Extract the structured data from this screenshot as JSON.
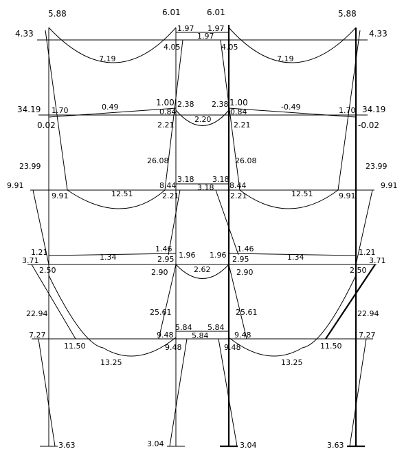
{
  "diagram": {
    "labels": {
      "top_left_moment": "5.88",
      "top_center_left_moment": "6.01",
      "top_center_right_moment": "6.01",
      "top_right_moment": "5.88",
      "roof_left_end": "4.33",
      "roof_right_end": "4.33",
      "roof_left_span": "7.19",
      "roof_right_span": "7.19",
      "roof_center_top_left": "1.97",
      "roof_center_top_right": "1.97",
      "roof_center_mid": "1.97",
      "roof_col_left": "4.05",
      "roof_col_right": "4.05",
      "f5_left_end": "34.19",
      "f5_right_end": "34.19",
      "f5_left_below": "0.02",
      "f5_right_below": "-0.02",
      "f5_left_beam_end": "1.70",
      "f5_right_beam_end": "1.70",
      "f5_left_span": "0.49",
      "f5_right_span": "-0.49",
      "f5_inner_left_top": "1.00",
      "f5_inner_right_top": "1.00",
      "f5_inner_left_mid": "0.84",
      "f5_inner_right_mid": "0.84",
      "f5_center_left": "2.38",
      "f5_center_right": "2.38",
      "f5_center_mid": "2.20",
      "f5_col_left": "2.21",
      "f5_col_right": "2.21",
      "f4_left_col": "23.99",
      "f4_right_col": "23.99",
      "f4_inner_left_col": "26.08",
      "f4_inner_right_col": "26.08",
      "f4_left_end": "9.91",
      "f4_right_end": "9.91",
      "f4_left_beam": "9.91",
      "f4_right_beam": "9.91",
      "f4_left_span": "12.51",
      "f4_right_span": "12.51",
      "f4_inner_left": "8.44",
      "f4_inner_right": "8.44",
      "f4_col_left": "2.21",
      "f4_col_right": "2.21",
      "f4_center_left": "3.18",
      "f4_center_right": "3.18",
      "f4_center_mid": "3.18",
      "f3_left_end": "1.21",
      "f3_right_end": "1.21",
      "f3_left_under": "3.71",
      "f3_right_under": "3.71",
      "f3_left_span": "1.34",
      "f3_right_span": "1.34",
      "f3_inner_left_top": "1.46",
      "f3_inner_right_top": "1.46",
      "f3_inner_left": "2.95",
      "f3_inner_right": "2.95",
      "f3_center_left": "1.96",
      "f3_center_right": "1.96",
      "f3_center_mid": "2.62",
      "f3_left_beam": "2.50",
      "f3_right_beam": "2.50",
      "f3_col_left": "2.90",
      "f3_col_right": "2.90",
      "f2_left_col": "22.94",
      "f2_right_col": "22.94",
      "f2_inner_left_col": "25.61",
      "f2_inner_right_col": "25.61",
      "f2_left_end": "7.27",
      "f2_right_end": "7.27",
      "f2_left_beam": "11.50",
      "f2_right_beam": "11.50",
      "f2_left_span": "13.25",
      "f2_right_span": "13.25",
      "f2_inner_left": "9.48",
      "f2_inner_right": "9.48",
      "f2_col_left": "9.48",
      "f2_col_right": "9.48",
      "f2_center_left": "5.84",
      "f2_center_right": "5.84",
      "f2_center_mid": "5.84",
      "base_left": "3.63",
      "base_center_left": "3.04",
      "base_center_right": "3.04",
      "base_right": "3.63"
    }
  }
}
